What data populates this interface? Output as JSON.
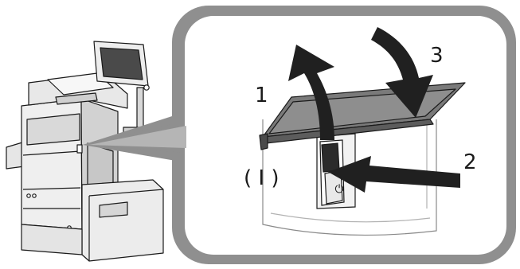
{
  "step_labels": [
    "1",
    "2",
    "3"
  ],
  "switch_label": "( I )",
  "power_symbol": "⏻",
  "icons": {
    "printer": "multifunction-printer-icon",
    "callout": "zoom-callout-frame",
    "cover": "switch-cover-flap",
    "switch": "main-power-switch",
    "arrows": [
      "curved-arrow-up-icon",
      "straight-arrow-left-icon",
      "curved-arrow-down-icon"
    ]
  },
  "colors": {
    "outline": "#1a1a1a",
    "callout_frame": "#8f8f8f",
    "arrow_fill": "#202020",
    "cover_fill": "#6e6e6e",
    "panel_fill": "#ffffff",
    "printer_fill": "#ededed",
    "printer_shade": "#d0d0d0"
  }
}
